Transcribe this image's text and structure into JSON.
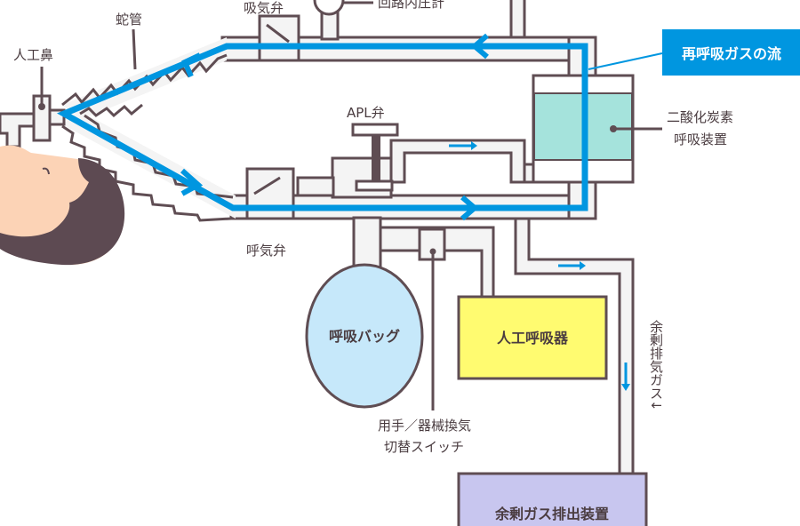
{
  "labels": {
    "inspiratory_valve": "吸気弁",
    "pressure_gauge": "回路内圧計",
    "corrugated_tube": "蛇管",
    "hme": "人工鼻",
    "apl_valve": "APL弁",
    "expiratory_valve": "呼気弁",
    "co2_absorber_line1": "二酸化炭素",
    "co2_absorber_line2": "呼吸装置",
    "breathing_bag": "呼吸バッグ",
    "ventilator": "人工呼吸器",
    "switch_line1": "用手／器械換気",
    "switch_line2": "切替スイッチ",
    "excess_gas": "余剰排気ガス↓",
    "scavenger": "余剰ガス排出装置",
    "rebreathing_flow": "再呼吸ガスの流"
  },
  "colors": {
    "outline": "#5f4d53",
    "flow": "#0096e0",
    "absorber": "#a5e3dc",
    "ventilator": "#fffb70",
    "scavenger": "#c8c6ef",
    "bag": "#c6e8fa",
    "skin": "#fcd3b6"
  }
}
